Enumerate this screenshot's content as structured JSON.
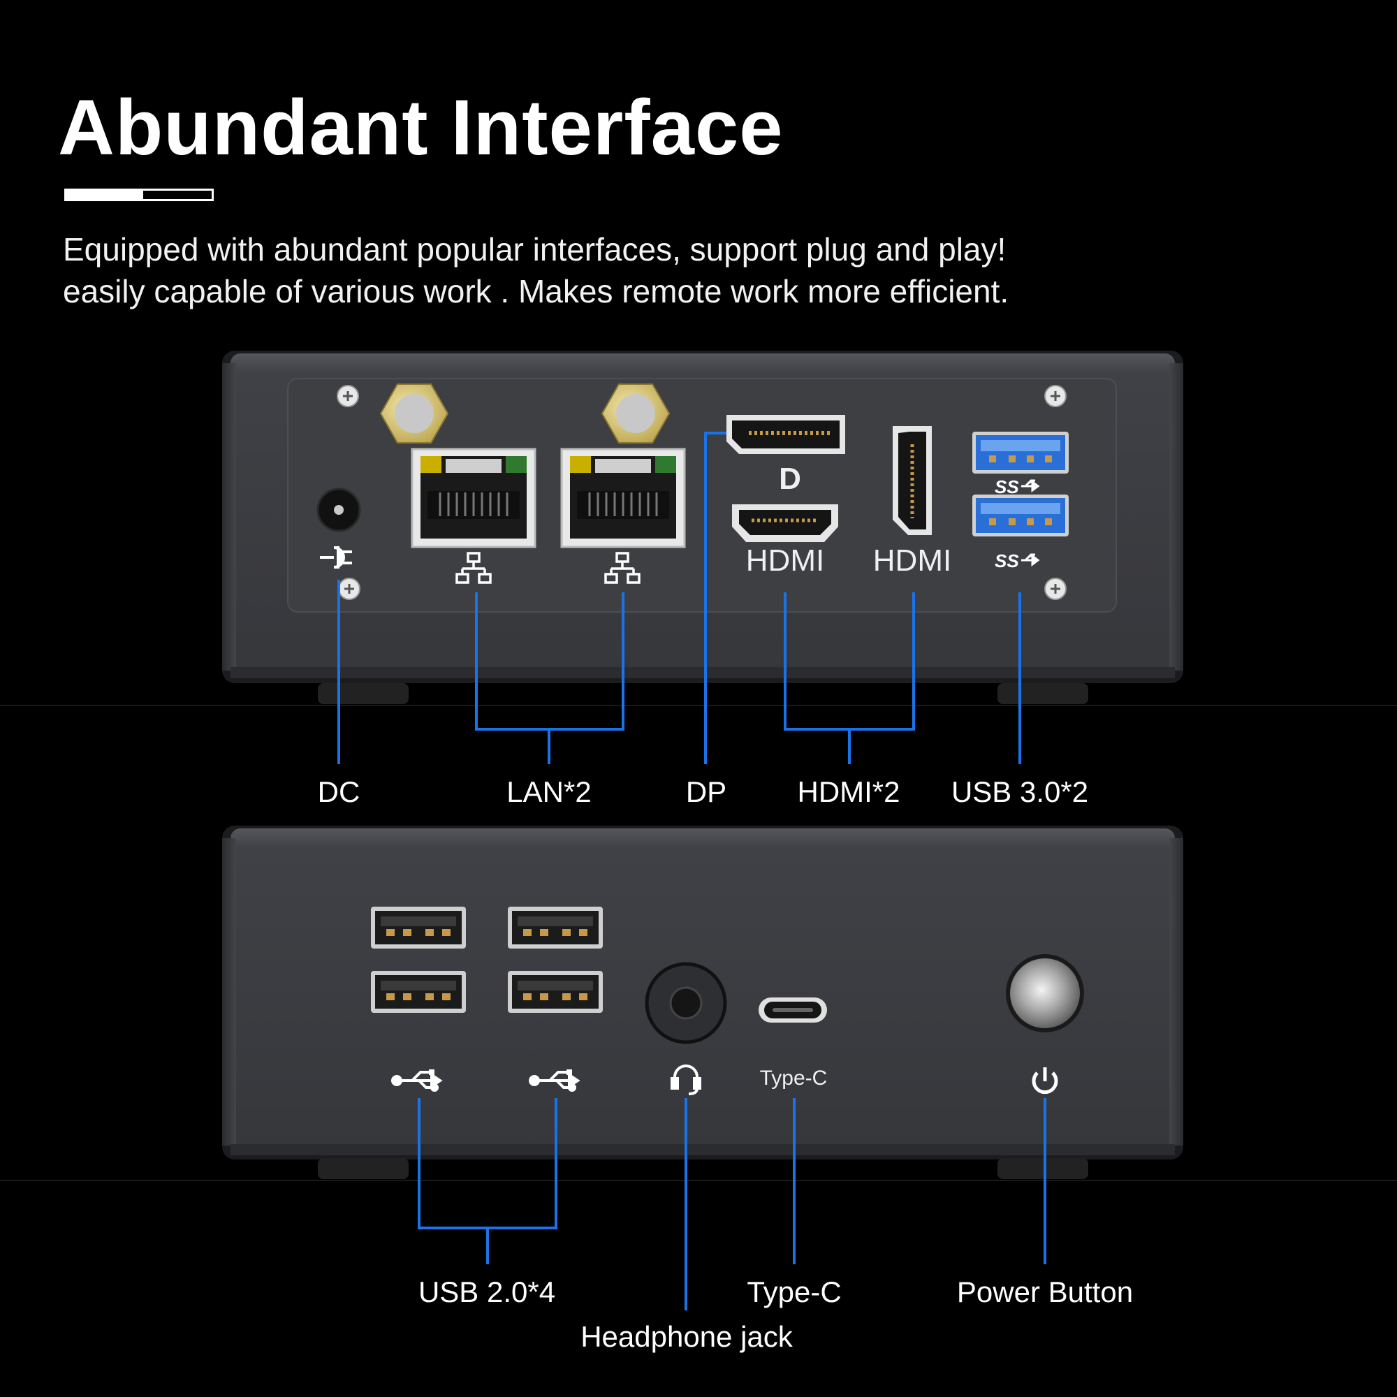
{
  "title": "Abundant Interface",
  "subtitle": {
    "line1": "Equipped with abundant popular interfaces, support plug and play!",
    "line2": "easily capable of various work . Makes remote work more efficient."
  },
  "rear_panel": {
    "printed": {
      "hdmi_left": "HDMI",
      "hdmi_right": "HDMI",
      "dp_logo": "D",
      "ss_top": "SS",
      "ss_bottom": "SS"
    },
    "callouts": {
      "dc": "DC",
      "lan": "LAN*2",
      "dp": "DP",
      "hdmi": "HDMI*2",
      "usb3": "USB 3.0*2"
    }
  },
  "front_panel": {
    "printed": {
      "typec": "Type-C"
    },
    "callouts": {
      "usb2": "USB 2.0*4",
      "headphone": "Headphone jack",
      "typec": "Type-C",
      "power": "Power Button"
    }
  },
  "icons": [
    "dc-power-icon",
    "network-icon",
    "usb-icon",
    "headphone-icon",
    "power-icon",
    "superspeed-usb-icon",
    "displayport-icon"
  ],
  "colors": {
    "background": "#000000",
    "callout_line": "#1a73e8",
    "usb3_port": "#2a6fd6",
    "device_body": "#3d3e42",
    "antenna_gold": "#d8c36a"
  }
}
